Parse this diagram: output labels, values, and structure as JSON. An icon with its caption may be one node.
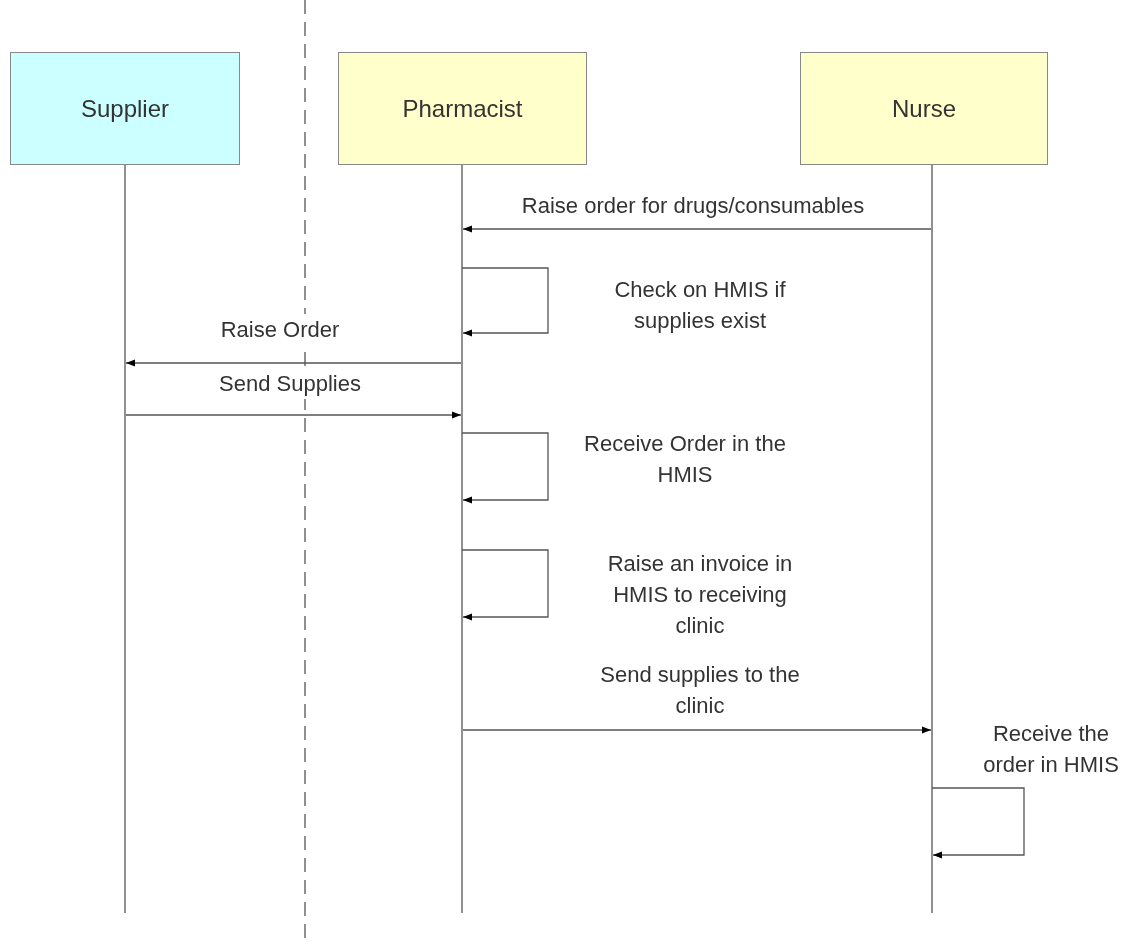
{
  "diagram": {
    "nodes": [
      {
        "text": [
          "Supplier"
        ]
      },
      {
        "text": [
          "Pharmacist"
        ]
      },
      {
        "text": [
          "Nurse"
        ]
      }
    ],
    "edges": [
      {
        "from": 2,
        "to": 1,
        "arrow": "to",
        "label": "Raise order for drugs/consumables"
      },
      {
        "from": 1,
        "to": 1,
        "arrow": "to",
        "label": "Check on HMIS if supplies exist"
      },
      {
        "from": 1,
        "to": 0,
        "arrow": "to",
        "label": "Raise Order"
      },
      {
        "from": 0,
        "to": 1,
        "arrow": "to",
        "label": "Send Supplies"
      },
      {
        "from": 1,
        "to": 1,
        "arrow": "to",
        "label": "Receive Order in the HMIS"
      },
      {
        "from": 1,
        "to": 1,
        "arrow": "to",
        "label": "Raise an invoice in HMIS to receiving clinic"
      },
      {
        "from": 1,
        "to": 2,
        "arrow": "to",
        "label": "Send supplies to the clinic"
      },
      {
        "from": 2,
        "to": 2,
        "arrow": "to",
        "label": "Receive the order in HMIS"
      }
    ]
  }
}
